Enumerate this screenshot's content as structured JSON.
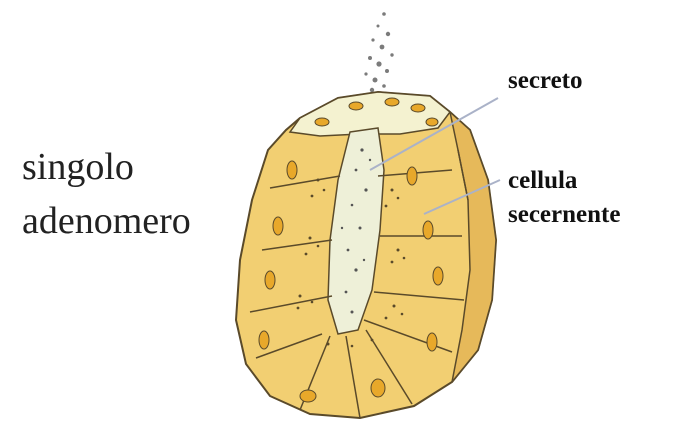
{
  "title": {
    "line1": "singolo",
    "line2": "adenomero"
  },
  "labels": {
    "secreto": "secreto",
    "cellula_line1": "cellula",
    "cellula_line2": "secernente"
  },
  "colors": {
    "cell_fill": "#f2cf72",
    "cell_stroke": "#5a4a2a",
    "nucleus_fill": "#e8a82a",
    "lumen_fill": "#eef0d8",
    "top_fill": "#f4f2d0",
    "leader_line": "#aab2c8",
    "text": "#111111"
  },
  "icons": [
    "secretory-granule-dot",
    "cell-nucleus-oval"
  ]
}
